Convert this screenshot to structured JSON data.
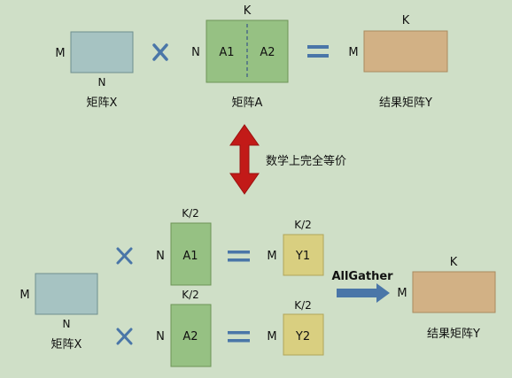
{
  "colors": {
    "background": "#cfdfc7",
    "matrix_x": "#a6c3c2",
    "matrix_a": "#96c183",
    "matrix_y": "#d2b185",
    "partial_y": "#d9cf80",
    "operator_blue": "#4a76a8",
    "equivalence_arrow": "#c21a18"
  },
  "top": {
    "x": {
      "rows": "M",
      "cols": "N",
      "caption": "矩阵X"
    },
    "a": {
      "rows": "N",
      "cols": "K",
      "left_half": "A1",
      "right_half": "A2",
      "caption": "矩阵A"
    },
    "y": {
      "rows": "M",
      "cols": "K",
      "caption": "结果矩阵Y"
    }
  },
  "equivalence": {
    "label": "数学上完全等价"
  },
  "bottom": {
    "x": {
      "rows": "M",
      "cols": "N",
      "caption": "矩阵X"
    },
    "row1": {
      "a_rows": "N",
      "a_cols": "K/2",
      "a_name": "A1",
      "y_rows": "M",
      "y_cols": "K/2",
      "y_name": "Y1"
    },
    "row2": {
      "a_rows": "N",
      "a_cols": "K/2",
      "a_name": "A2",
      "y_rows": "M",
      "y_cols": "K/2",
      "y_name": "Y2"
    },
    "allgather_label": "AllGather",
    "y": {
      "rows": "M",
      "cols": "K",
      "caption": "结果矩阵Y"
    }
  },
  "icons": {
    "multiply": "times-icon",
    "equals": "equals-icon",
    "double_arrow": "double-arrow-icon",
    "right_arrow": "right-arrow-icon"
  }
}
